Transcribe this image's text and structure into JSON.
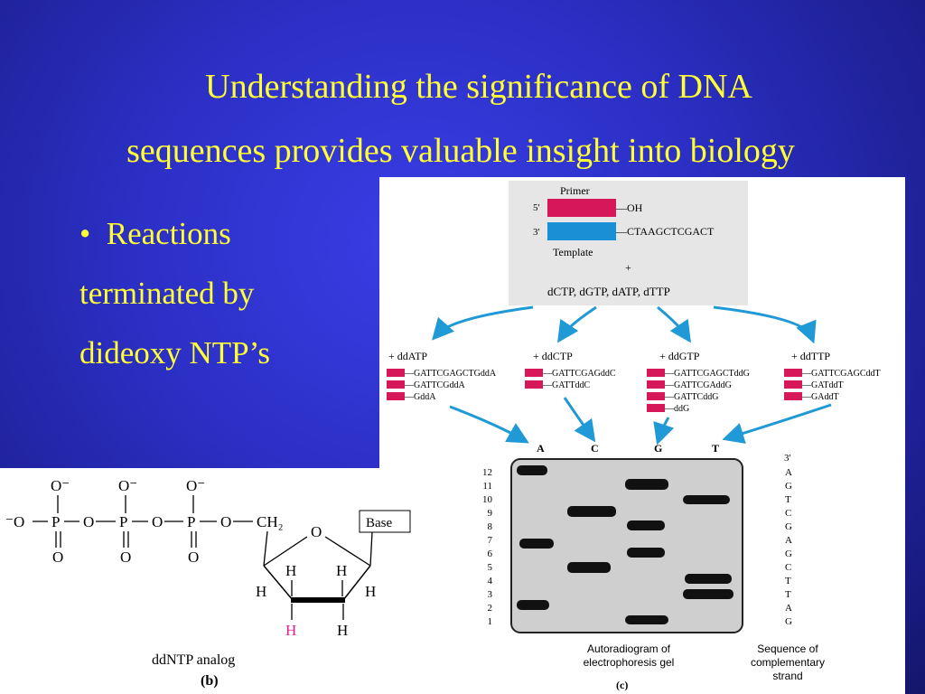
{
  "title_line1": "Understanding the significance of DNA",
  "title_line2": "sequences provides valuable insight into biology",
  "bullet_line1": "Reactions",
  "bullet_line2": "terminated by",
  "bullet_line3": "dideoxy NTP’s",
  "fig_c": {
    "primer_label": "Primer",
    "five_prime": "5'",
    "three_prime": "3'",
    "oh": "—OH",
    "template_seq": "—CTAAGCTCGACT",
    "template_label": "Template",
    "plus": "+",
    "dntps": "dCTP, dGTP, dATP, dTTP",
    "reactions": [
      {
        "label": "+ ddATP",
        "frags": [
          "—GATTCGAGCTGddA",
          "—GATTCGddA",
          "—GddA"
        ]
      },
      {
        "label": "+ ddCTP",
        "frags": [
          "—GATTCGAGddC",
          "—GATTddC"
        ]
      },
      {
        "label": "+ ddGTP",
        "frags": [
          "—GATTCGAGCTddG",
          "—GATTCGAddG",
          "—GATTCddG",
          "—ddG"
        ]
      },
      {
        "label": "+ ddTTP",
        "frags": [
          "—GATTCGAGCddT",
          "—GATddT",
          "—GAddT"
        ]
      }
    ],
    "lanes": [
      "A",
      "C",
      "G",
      "T"
    ],
    "row_numbers": [
      "12",
      "11",
      "10",
      "9",
      "8",
      "7",
      "6",
      "5",
      "4",
      "3",
      "2",
      "1"
    ],
    "seq_header": "3'",
    "sequence": [
      "A",
      "G",
      "T",
      "C",
      "G",
      "A",
      "G",
      "C",
      "T",
      "T",
      "A",
      "G"
    ],
    "caption_gel_1": "Autoradiogram of",
    "caption_gel_2": "electrophoresis gel",
    "caption_seq_1": "Sequence of",
    "caption_seq_2": "complementary",
    "caption_seq_3": "strand",
    "panel_label": "(c)"
  },
  "fig_b": {
    "o_minus": "O⁻",
    "o": "O",
    "minus_o": "⁻O",
    "p": "P",
    "ch2": "CH₂",
    "ring_o": "O",
    "base": "Base",
    "h": "H",
    "h_highlight": "H",
    "caption": "ddNTP analog",
    "panel_label": "(b)"
  },
  "colors": {
    "title": "#ffff33",
    "primer": "#d6175a",
    "template": "#1a8fd6",
    "arrow": "#1f9ad6",
    "highlight": "#e0208a"
  }
}
